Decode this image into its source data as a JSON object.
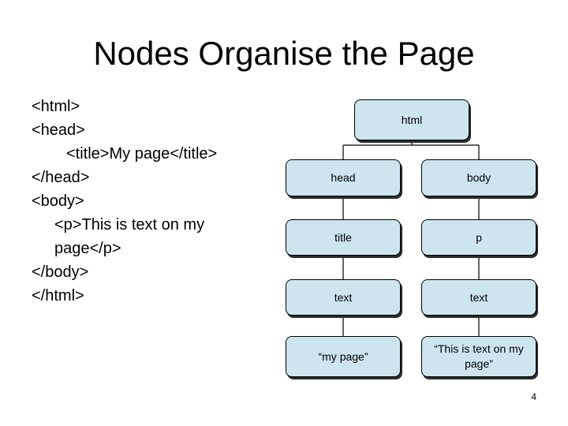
{
  "slide": {
    "title": "Nodes Organise the Page",
    "page_number": "4"
  },
  "code_lines": [
    "<html>",
    "<head>",
    "<title>My page</title>",
    "</head>",
    "<body>",
    "<p>This is text on my",
    "page</p>",
    "</body>",
    "</html>"
  ],
  "tree": {
    "root": "html",
    "left_branch": [
      "head",
      "title",
      "text",
      "“my page”"
    ],
    "right_branch": [
      "body",
      "p",
      "text",
      "“This is text on my page”"
    ]
  },
  "colors": {
    "node_fill": "#cde5ef",
    "node_border": "#000000",
    "node_shadow": "#2b2b2b"
  }
}
